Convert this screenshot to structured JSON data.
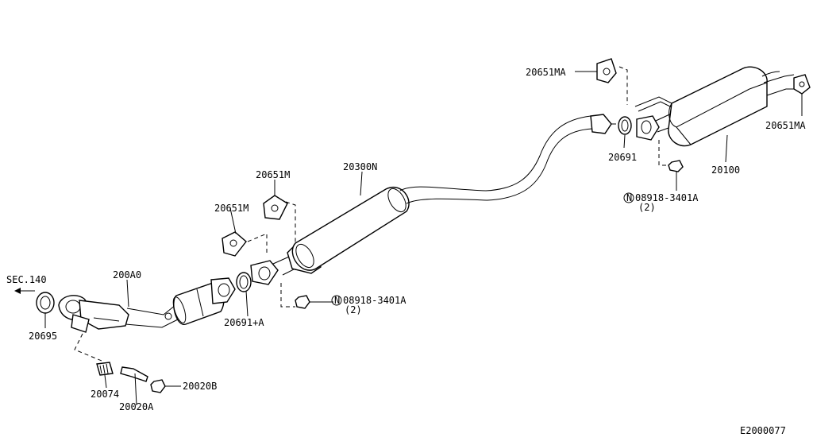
{
  "labels": {
    "sec140": "SEC.140",
    "p20695": "20695",
    "p200A0": "200A0",
    "p20074": "20074",
    "p20020A": "20020A",
    "p20020B": "20020B",
    "p20691A": "20691+A",
    "p20651M_a": "20651M",
    "p20651M_b": "20651M",
    "p20300N": "20300N",
    "p08918_a": "08918-3401A",
    "p08918_a_qty": "(2)",
    "p20651MA_a": "20651MA",
    "p20651MA_b": "20651MA",
    "p20691": "20691",
    "p20100": "20100",
    "p08918_b": "08918-3401A",
    "p08918_b_qty": "(2)",
    "nut_symbol": "N",
    "diagram_code": "E2000077"
  }
}
